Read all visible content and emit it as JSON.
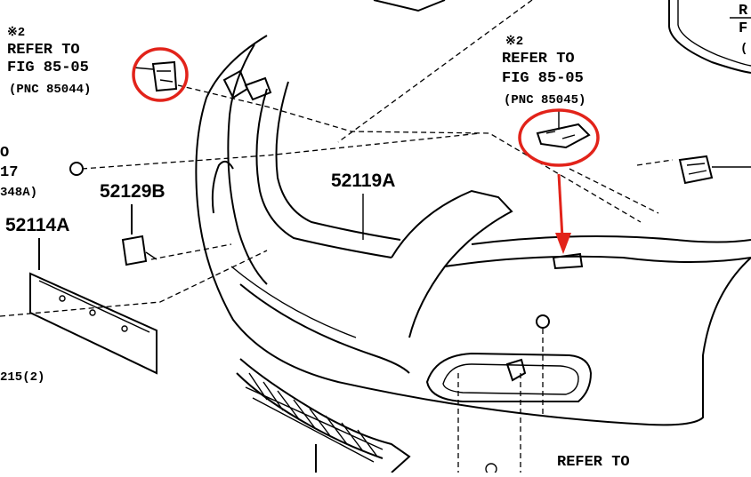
{
  "callouts": {
    "left": {
      "mark": "※2",
      "line1": "REFER TO",
      "line2": "FIG 85-05",
      "pnc": "(PNC 85044)"
    },
    "right": {
      "mark": "※2",
      "line1": "REFER TO",
      "line2": "FIG 85-05",
      "pnc": "(PNC 85045)"
    },
    "bottom": {
      "line1": "REFER TO"
    }
  },
  "parts": {
    "p52119A": "52119A",
    "p52129B": "52129B",
    "p52114A": "52114A"
  },
  "partial_labels": {
    "left_top": "O",
    "left_mid": "17",
    "left_pnc": "348A)",
    "left_bottom": "215(2)",
    "right_top": "R",
    "right_mid": "F",
    "right_paren": "("
  },
  "colors": {
    "highlight": "#e2231a",
    "line": "#000000",
    "background": "#ffffff"
  }
}
